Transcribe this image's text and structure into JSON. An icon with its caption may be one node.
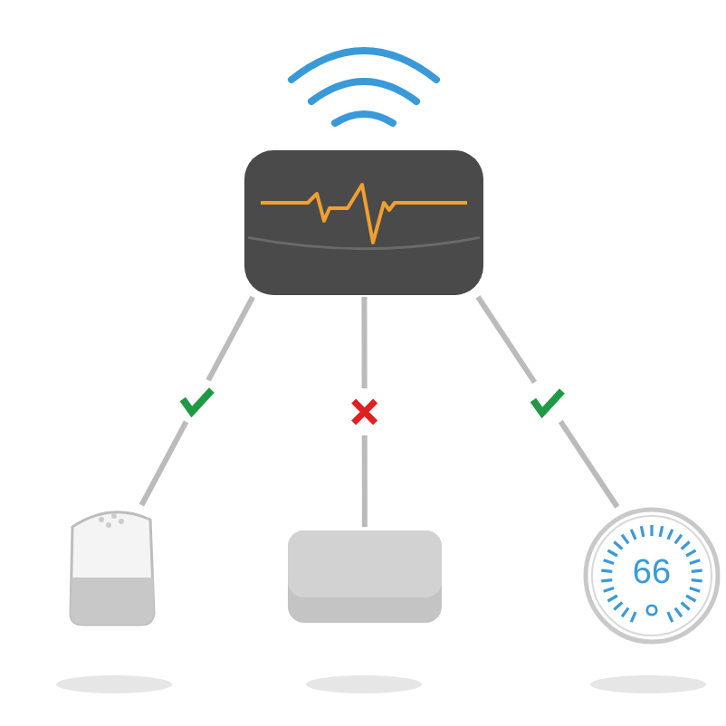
{
  "diagram": {
    "nodes": [
      {
        "text": [],
        "shape": "picture"
      },
      {
        "text": [],
        "shape": "picture"
      },
      {
        "text": [],
        "shape": "picture"
      },
      {
        "text": [
          "66"
        ]
      }
    ],
    "edges": [
      {
        "from": 0,
        "to": 1,
        "arrow": "none"
      },
      {
        "from": 0,
        "to": 2,
        "arrow": "none"
      },
      {
        "from": 0,
        "to": 3,
        "arrow": "none"
      }
    ]
  }
}
